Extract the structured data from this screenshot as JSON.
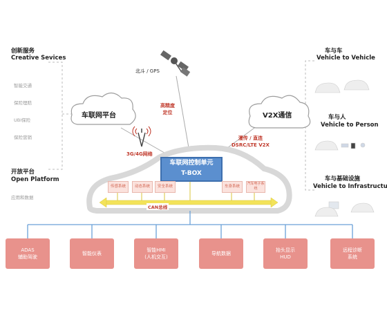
{
  "left_panel": {
    "creative_cn": "创新服务",
    "creative_en": "Creative Sevices",
    "items": [
      "智能交通",
      "保险理赔",
      "UBI保险",
      "保险营销"
    ],
    "open_cn": "开放平台",
    "open_en": "Open Platform",
    "open_item": "应用和数据"
  },
  "center": {
    "gps_label": "北斗 / GPS",
    "positioning": "高精度\n定位",
    "network_label": "3G/4G网络",
    "v2x_protocol": "漫传 / 直连\nDSRC/LTE V2X",
    "cloud_left": "车联网平台",
    "cloud_right": "V2X通信",
    "tbox_cn": "车联网控制单元",
    "tbox_en": "T-BOX",
    "ecus_left": [
      "传感系统",
      "动态系统",
      "安全系统"
    ],
    "ecus_right": [
      "车身系统",
      "汽车电子系统"
    ],
    "can_label": "CAN总线"
  },
  "right_panel": {
    "v2v_cn": "车与车",
    "v2v_en": "Vehicle to Vehicle",
    "v2p_cn": "车与人",
    "v2p_en": "Vehicle to Person",
    "v2i_cn": "车与基础设施",
    "v2i_en": "Vehicle to Infrastructure"
  },
  "bottom_boxes": [
    "ADAS\n辅助驾驶",
    "智能仪表",
    "智能HMI\n(人机交互)",
    "导航数据",
    "抬头显示\nHUD",
    "远程诊断\n系统"
  ],
  "colors": {
    "tbox": "#5b8fcf",
    "bottom_box": "#e8928c",
    "can_bus": "#f3e35a",
    "connector": "#6aa0d8",
    "red_text": "#c0392b"
  }
}
